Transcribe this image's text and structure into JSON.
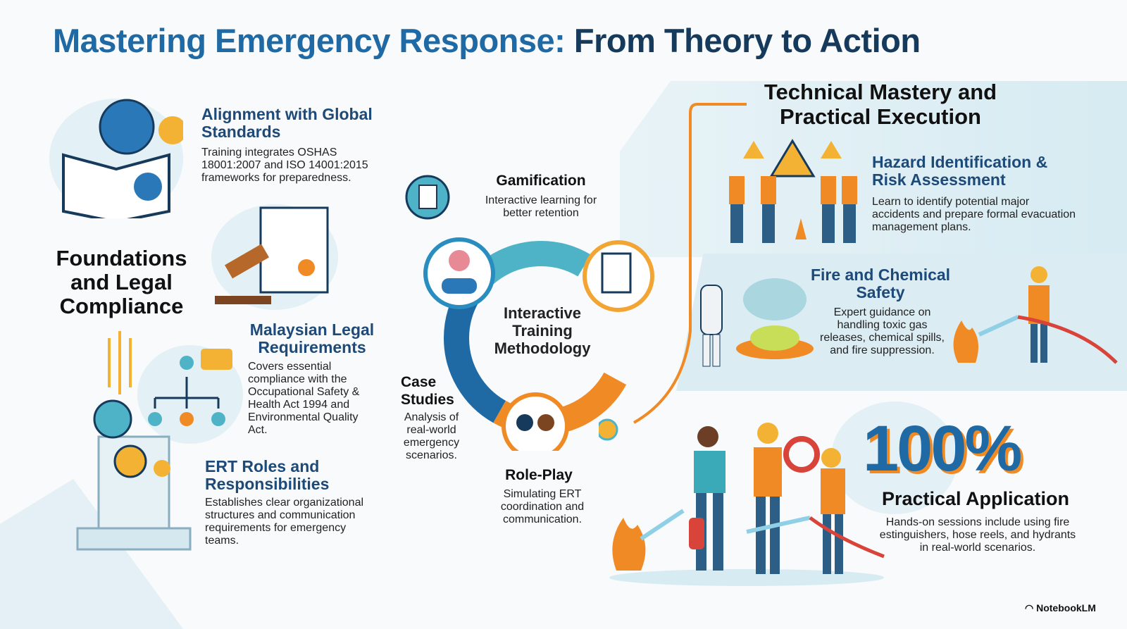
{
  "title": {
    "part1": "Mastering Emergency Response:",
    "part2": "From Theory to Action"
  },
  "left": {
    "heading": "Foundations and Legal Compliance",
    "items": [
      {
        "title": "Alignment with Global Standards",
        "body": "Training integrates OSHAS 18001:2007 and ISO 14001:2015 frameworks for preparedness."
      },
      {
        "title": "Malaysian Legal Requirements",
        "body": "Covers essential compliance with the Occupational Safety & Health Act 1994 and Environmental Quality Act."
      },
      {
        "title": "ERT Roles and Responsibilities",
        "body": "Establishes clear organizational structures and communication requirements for emergency teams."
      }
    ]
  },
  "center": {
    "heading": "Interactive Training Methodology",
    "items": [
      {
        "title": "Gamification",
        "body": "Interactive learning for better retention"
      },
      {
        "title": "Case Studies",
        "body": "Analysis of real-world emergency scenarios."
      },
      {
        "title": "Role-Play",
        "body": "Simulating ERT coordination and communication."
      }
    ]
  },
  "right": {
    "heading": "Technical Mastery and Practical Execution",
    "items": [
      {
        "title": "Hazard Identification & Risk Assessment",
        "body": "Learn to identify potential major accidents and prepare formal evacuation management plans."
      },
      {
        "title": "Fire and Chemical Safety",
        "body": "Expert guidance on handling toxic gas releases, chemical spills, and fire suppression."
      }
    ],
    "stat": "100%",
    "stat_title": "Practical Application",
    "stat_body": "Hands-on sessions include using fire estinguishers, hose reels, and hydrants in real-world scenarios."
  },
  "brand": "NotebookLM",
  "colors": {
    "blue": "#1f6aa5",
    "navy": "#163a5c",
    "orange": "#f08a24",
    "teal": "#4fb3c8"
  }
}
